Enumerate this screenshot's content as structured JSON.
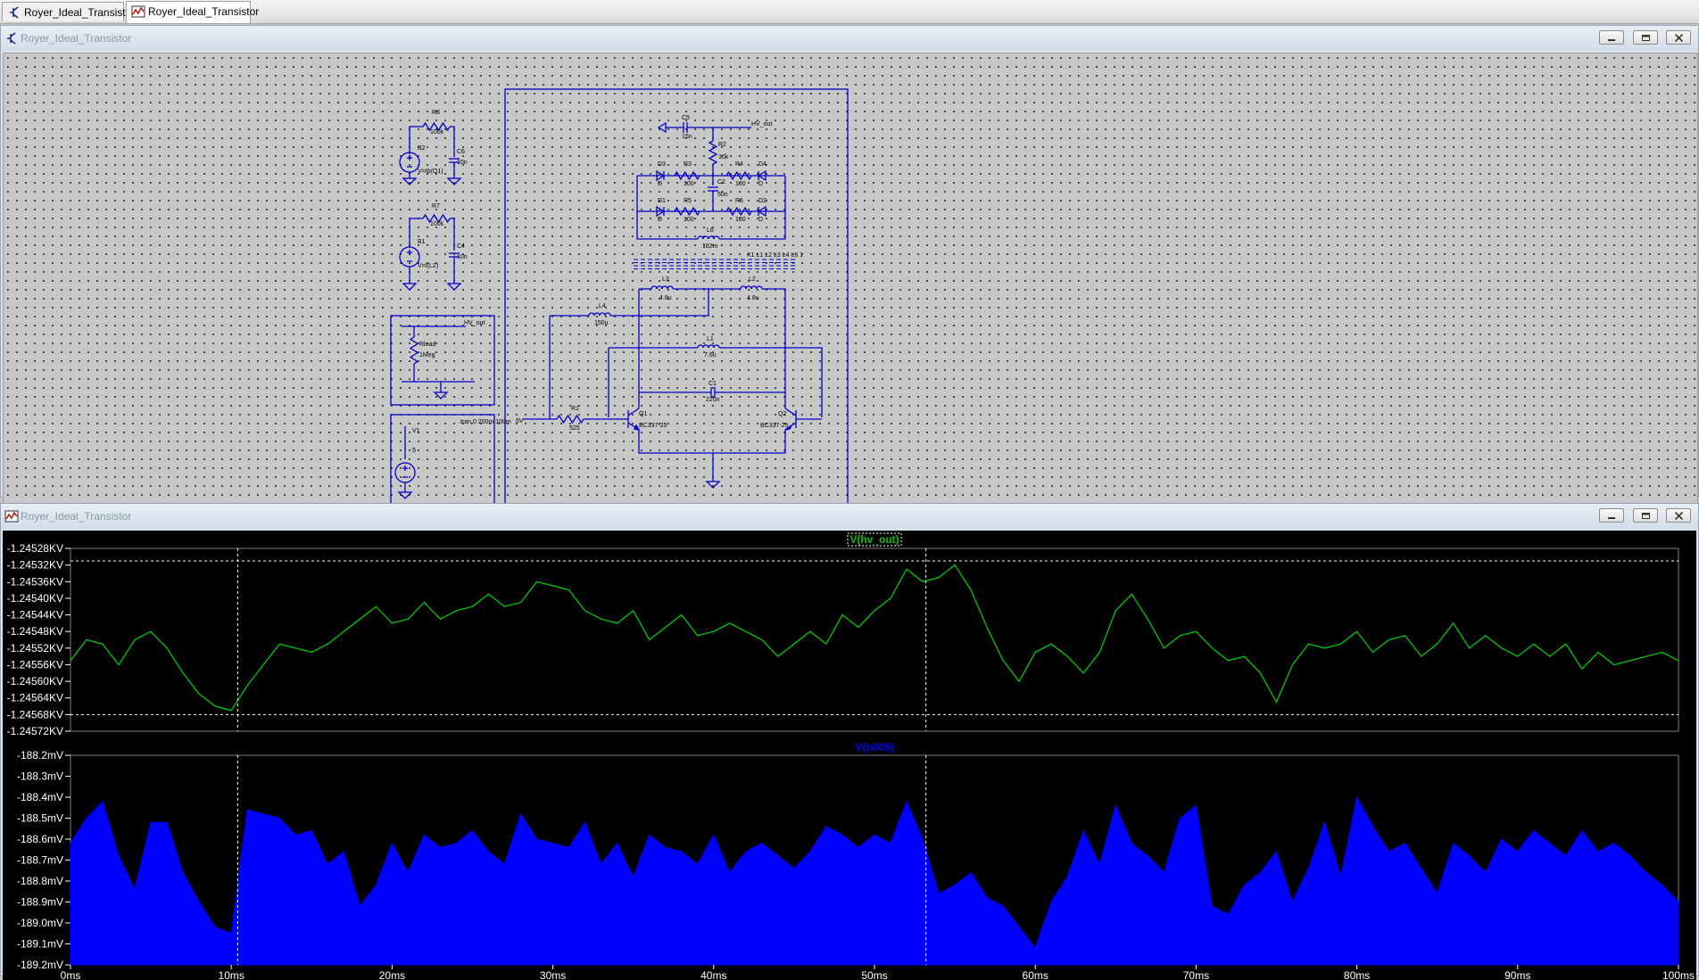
{
  "tabs": [
    {
      "label": "Royer_Ideal_Transistor",
      "kind": "schematic",
      "active": false
    },
    {
      "label": "Royer_Ideal_Transistor",
      "kind": "waveform",
      "active": true
    }
  ],
  "schematic_window": {
    "title": "Royer_Ideal_Transistor"
  },
  "waveform_window": {
    "title": "Royer_Ideal_Transistor"
  },
  "colors": {
    "wire": "#0000c8",
    "grid_dot": "#2a2a2a",
    "trace_top": "#00c800",
    "trace_bottom": "#0000ff",
    "axis_text": "#ffffff",
    "cursor": "#ffffff"
  },
  "schematic": {
    "components": [
      {
        "ref": "R8",
        "value": "100k"
      },
      {
        "ref": "B2",
        "value": "V=Ib(Q1)"
      },
      {
        "ref": "C6",
        "value": "10n"
      },
      {
        "ref": "R7",
        "value": "100k"
      },
      {
        "ref": "B1",
        "value": "V=I(L2)"
      },
      {
        "ref": "C4",
        "value": "10n"
      },
      {
        "ref": "Rload",
        "value": "1Meg"
      },
      {
        "ref": "V1",
        "value": "5"
      },
      {
        "ref": "C5",
        "value": "15n"
      },
      {
        "ref": "R2",
        "value": "10k"
      },
      {
        "ref": "D3",
        "value": "D"
      },
      {
        "ref": "R3",
        "value": "100"
      },
      {
        "ref": "R4",
        "value": "100"
      },
      {
        "ref": "D4",
        "value": "D"
      },
      {
        "ref": "C2",
        "value": "50n"
      },
      {
        "ref": "D1",
        "value": "D"
      },
      {
        "ref": "R5",
        "value": "100"
      },
      {
        "ref": "R6",
        "value": "100"
      },
      {
        "ref": "D2",
        "value": "D"
      },
      {
        "ref": "L6",
        "value": "162m"
      },
      {
        "ref": "L3",
        "value": "4.8u"
      },
      {
        "ref": "L2",
        "value": "4.8u"
      },
      {
        "ref": "L4",
        "value": "150u"
      },
      {
        "ref": "L1",
        "value": "7.6u"
      },
      {
        "ref": "C1",
        "value": "220n"
      },
      {
        "ref": "R1",
        "value": "525"
      },
      {
        "ref": "Q1",
        "value": "BC337-25"
      },
      {
        "ref": "Q2",
        "value": "BC337-25"
      }
    ],
    "net_labels": {
      "hv_out_1": "HV_out",
      "hv_out_2": "HV_out",
      "supply": "5V"
    },
    "coupling_directive": "K1 L1 L2 L3 L4 L6 1",
    "sim_directive": ".tran 0 200m 100m"
  },
  "chart_data": [
    {
      "type": "line",
      "title": "V(hv_out)",
      "x_ticks": [],
      "y_ticks": [
        "-1.24528KV",
        "-1.24532KV",
        "-1.24536KV",
        "-1.24540KV",
        "-1.24544KV",
        "-1.24548KV",
        "-1.24552KV",
        "-1.24556KV",
        "-1.24560KV",
        "-1.24564KV",
        "-1.24568KV",
        "-1.24572KV"
      ],
      "ylim": [
        -1.24572,
        -1.24528
      ],
      "xlim": [
        0,
        100
      ],
      "grid": false,
      "cursors_x": [
        10.4,
        53.2
      ],
      "cursors_y": [
        -1.24531,
        -1.24568
      ],
      "series": [
        {
          "color": "#00c800",
          "x": [
            0,
            1,
            2,
            3,
            4,
            5,
            6,
            7,
            8,
            9,
            10,
            11,
            12,
            13,
            14,
            15,
            16,
            17,
            18,
            19,
            20,
            21,
            22,
            23,
            24,
            25,
            26,
            27,
            28,
            29,
            30,
            31,
            32,
            33,
            34,
            35,
            36,
            37,
            38,
            39,
            40,
            41,
            42,
            43,
            44,
            45,
            46,
            47,
            48,
            49,
            50,
            51,
            52,
            53,
            54,
            55,
            56,
            57,
            58,
            59,
            60,
            61,
            62,
            63,
            64,
            65,
            66,
            67,
            68,
            69,
            70,
            71,
            72,
            73,
            74,
            75,
            76,
            77,
            78,
            79,
            80,
            81,
            82,
            83,
            84,
            85,
            86,
            87,
            88,
            89,
            90,
            91,
            92,
            93,
            94,
            95,
            96,
            97,
            98,
            99,
            100
          ],
          "y": [
            -1.24555,
            -1.2455,
            -1.24551,
            -1.24556,
            -1.2455,
            -1.24548,
            -1.24552,
            -1.24558,
            -1.24563,
            -1.24566,
            -1.24567,
            -1.24561,
            -1.24556,
            -1.24551,
            -1.24552,
            -1.24553,
            -1.24551,
            -1.24548,
            -1.24545,
            -1.24542,
            -1.24546,
            -1.24545,
            -1.24541,
            -1.24545,
            -1.24543,
            -1.24542,
            -1.24539,
            -1.24542,
            -1.24541,
            -1.24536,
            -1.24537,
            -1.24538,
            -1.24543,
            -1.24545,
            -1.24546,
            -1.24543,
            -1.2455,
            -1.24547,
            -1.24544,
            -1.24549,
            -1.24548,
            -1.24546,
            -1.24548,
            -1.2455,
            -1.24554,
            -1.24551,
            -1.24548,
            -1.24551,
            -1.24544,
            -1.24547,
            -1.24543,
            -1.2454,
            -1.24533,
            -1.24536,
            -1.24535,
            -1.24532,
            -1.24538,
            -1.24547,
            -1.24555,
            -1.2456,
            -1.24553,
            -1.24551,
            -1.24554,
            -1.24558,
            -1.24553,
            -1.24543,
            -1.24539,
            -1.24545,
            -1.24552,
            -1.24549,
            -1.24548,
            -1.24552,
            -1.24555,
            -1.24554,
            -1.24558,
            -1.24565,
            -1.24556,
            -1.24551,
            -1.24552,
            -1.24551,
            -1.24548,
            -1.24553,
            -1.2455,
            -1.24549,
            -1.24554,
            -1.24551,
            -1.24546,
            -1.24552,
            -1.24549,
            -1.24552,
            -1.24554,
            -1.24551,
            -1.24554,
            -1.24551,
            -1.24557,
            -1.24553,
            -1.24556,
            -1.24555,
            -1.24554,
            -1.24553,
            -1.24555
          ]
        }
      ]
    },
    {
      "type": "area",
      "title": "V(n009)",
      "x_ticks": [
        "0ms",
        "10ms",
        "20ms",
        "30ms",
        "40ms",
        "50ms",
        "60ms",
        "70ms",
        "80ms",
        "90ms",
        "100ms"
      ],
      "y_ticks": [
        "-188.2mV",
        "-188.3mV",
        "-188.4mV",
        "-188.5mV",
        "-188.6mV",
        "-188.7mV",
        "-188.8mV",
        "-188.9mV",
        "-189.0mV",
        "-189.1mV",
        "-189.2mV"
      ],
      "ylim": [
        -189.2,
        -188.2
      ],
      "xlim": [
        0,
        100
      ],
      "grid": false,
      "cursors_x": [
        10.4,
        53.2
      ],
      "series": [
        {
          "color": "#0000ff",
          "x": [
            0,
            1,
            2,
            3,
            4,
            5,
            6,
            7,
            8,
            9,
            10,
            11,
            12,
            13,
            14,
            15,
            16,
            17,
            18,
            19,
            20,
            21,
            22,
            23,
            24,
            25,
            26,
            27,
            28,
            29,
            30,
            31,
            32,
            33,
            34,
            35,
            36,
            37,
            38,
            39,
            40,
            41,
            42,
            43,
            44,
            45,
            46,
            47,
            48,
            49,
            50,
            51,
            52,
            53,
            54,
            55,
            56,
            57,
            58,
            59,
            60,
            61,
            62,
            63,
            64,
            65,
            66,
            67,
            68,
            69,
            70,
            71,
            72,
            73,
            74,
            75,
            76,
            77,
            78,
            79,
            80,
            81,
            82,
            83,
            84,
            85,
            86,
            87,
            88,
            89,
            90,
            91,
            92,
            93,
            94,
            95,
            96,
            97,
            98,
            99,
            100
          ],
          "y": [
            -188.62,
            -188.5,
            -188.42,
            -188.68,
            -188.84,
            -188.52,
            -188.52,
            -188.76,
            -188.9,
            -189.02,
            -189.05,
            -188.46,
            -188.48,
            -188.5,
            -188.58,
            -188.56,
            -188.72,
            -188.66,
            -188.92,
            -188.82,
            -188.62,
            -188.76,
            -188.58,
            -188.64,
            -188.62,
            -188.56,
            -188.66,
            -188.72,
            -188.48,
            -188.6,
            -188.62,
            -188.64,
            -188.52,
            -188.72,
            -188.62,
            -188.78,
            -188.58,
            -188.64,
            -188.66,
            -188.72,
            -188.58,
            -188.76,
            -188.66,
            -188.62,
            -188.68,
            -188.74,
            -188.66,
            -188.54,
            -188.58,
            -188.64,
            -188.58,
            -188.62,
            -188.42,
            -188.6,
            -188.86,
            -188.82,
            -188.76,
            -188.88,
            -188.92,
            -189.02,
            -189.12,
            -188.9,
            -188.78,
            -188.56,
            -188.72,
            -188.44,
            -188.62,
            -188.68,
            -188.76,
            -188.5,
            -188.44,
            -188.92,
            -188.96,
            -188.82,
            -188.76,
            -188.66,
            -188.9,
            -188.74,
            -188.52,
            -188.78,
            -188.4,
            -188.54,
            -188.66,
            -188.62,
            -188.74,
            -188.86,
            -188.62,
            -188.68,
            -188.76,
            -188.6,
            -188.66,
            -188.56,
            -188.62,
            -188.68,
            -188.56,
            -188.66,
            -188.62,
            -188.68,
            -188.76,
            -188.82,
            -188.9
          ]
        }
      ]
    }
  ]
}
